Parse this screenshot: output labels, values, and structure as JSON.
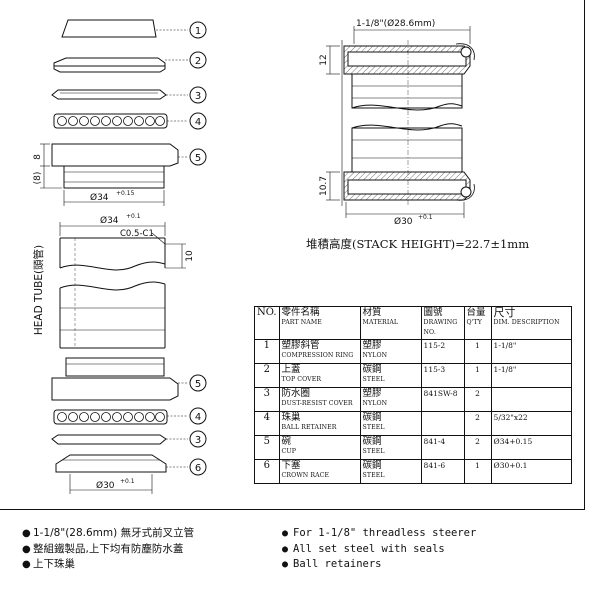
{
  "callouts": [
    "1",
    "2",
    "3",
    "4",
    "5",
    "4",
    "3",
    "6"
  ],
  "dims": {
    "cup_dia_top": "Ø34",
    "cup_dia_tol": "+0.15",
    "tube_dia": "Ø34",
    "tube_tol": "+0.1",
    "chamfer": "C0.5-C1",
    "tube_depth": "10",
    "crown_dia": "Ø30",
    "crown_tol": "+0.1",
    "cup_h1": "8",
    "cup_h2": "(8)",
    "steerer": "1-1/8\"(Ø28.6mm)",
    "h_top": "12",
    "h_bottom": "10.7",
    "bottom_dia": "Ø30",
    "bottom_tol": "+0.1"
  },
  "head_tube_label": "HEAD TUBE(頭管)",
  "stack_height": "堆積高度(STACK HEIGHT)=22.7±1mm",
  "table": {
    "headers": [
      {
        "zh": "NO.",
        "en": ""
      },
      {
        "zh": "零件名稱",
        "en": "PART NAME"
      },
      {
        "zh": "材質",
        "en": "MATERIAL"
      },
      {
        "zh": "圖號",
        "en": "DRAWING NO."
      },
      {
        "zh": "台量",
        "en": "Q'TY"
      },
      {
        "zh": "尺寸",
        "en": "DIM. DESCRIPTION"
      }
    ],
    "rows": [
      {
        "no": "1",
        "zh": "塑膠斜管",
        "en": "COMPRESSION RING",
        "mat_zh": "塑膠",
        "mat_en": "NYLON",
        "drw": "115-2",
        "qty": "1",
        "dim": "1-1/8\""
      },
      {
        "no": "2",
        "zh": "上蓋",
        "en": "TOP COVER",
        "mat_zh": "碳鋼",
        "mat_en": "STEEL",
        "drw": "115-3",
        "qty": "1",
        "dim": "1-1/8\""
      },
      {
        "no": "3",
        "zh": "防水圈",
        "en": "DUST-RESIST COVER",
        "mat_zh": "塑膠",
        "mat_en": "NYLON",
        "drw": "841SW-8",
        "qty": "2",
        "dim": ""
      },
      {
        "no": "4",
        "zh": "珠巢",
        "en": "BALL RETAINER",
        "mat_zh": "碳鋼",
        "mat_en": "STEEL",
        "drw": "",
        "qty": "2",
        "dim": "5/32\"x22"
      },
      {
        "no": "5",
        "zh": "碗",
        "en": "CUP",
        "mat_zh": "碳鋼",
        "mat_en": "STEEL",
        "drw": "841-4",
        "qty": "2",
        "dim": "Ø34+0.15"
      },
      {
        "no": "6",
        "zh": "下塞",
        "en": "CROWN RACE",
        "mat_zh": "碳鋼",
        "mat_en": "STEEL",
        "drw": "841-6",
        "qty": "1",
        "dim": "Ø30+0.1"
      }
    ]
  },
  "notes_left": [
    "1-1/8\"(28.6mm) 無牙式前叉立管",
    "整組鐵製品,上下均有防塵防水蓋",
    "上下珠巢"
  ],
  "notes_right": [
    "For 1-1/8\" threadless steerer",
    "All set steel with seals",
    "Ball retainers"
  ]
}
